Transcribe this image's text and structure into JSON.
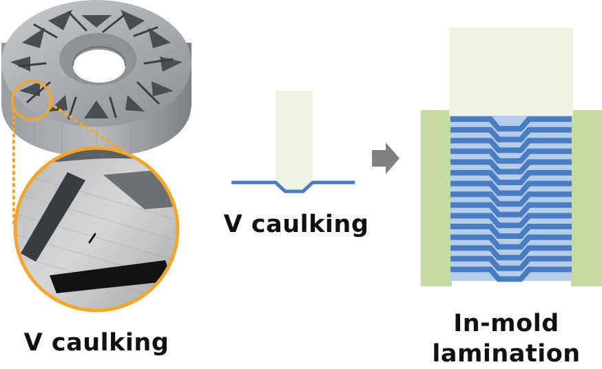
{
  "labels": {
    "photo_caption": "V caulking",
    "step_caption": "V caulking",
    "result_caption_line1": "In-mold",
    "result_caption_line2": "lamination"
  },
  "icons": {
    "arrow": "arrow-right-icon",
    "photo": "motor-core-photo",
    "zoom": "magnified-detail-photo"
  },
  "colors": {
    "sheet_blue": "#4a7cc3",
    "sheet_light_blue": "#b6cde8",
    "punch_pale_green": "#edf2e1",
    "mold_green": "#c5dca0",
    "highlight_orange": "#f2a72b",
    "arrow_gray": "#808080"
  }
}
